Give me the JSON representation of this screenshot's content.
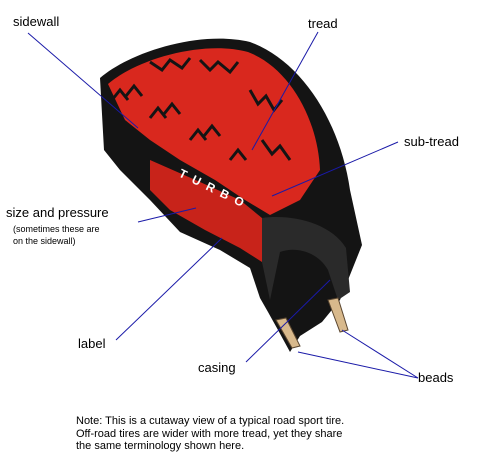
{
  "labels": {
    "sidewall": "sidewall",
    "tread": "tread",
    "sub_tread": "sub-tread",
    "size_and_pressure": "size and pressure",
    "size_note_line1": "(sometimes these are",
    "size_note_line2": "on the sidewall)",
    "label": "label",
    "casing": "casing",
    "beads": "beads"
  },
  "tire_brand_text": "TURBO",
  "note": {
    "line1": "Note: This is a cutaway view of a typical road sport tire.",
    "line2": "Off-road tires are wider with more tread, yet they share",
    "line3": "the same terminology shown here."
  },
  "colors": {
    "tread_red": "#d9281e",
    "tire_black": "#141414",
    "casing_tan": "#d8b98c",
    "leader_line": "#1a1aa8"
  }
}
